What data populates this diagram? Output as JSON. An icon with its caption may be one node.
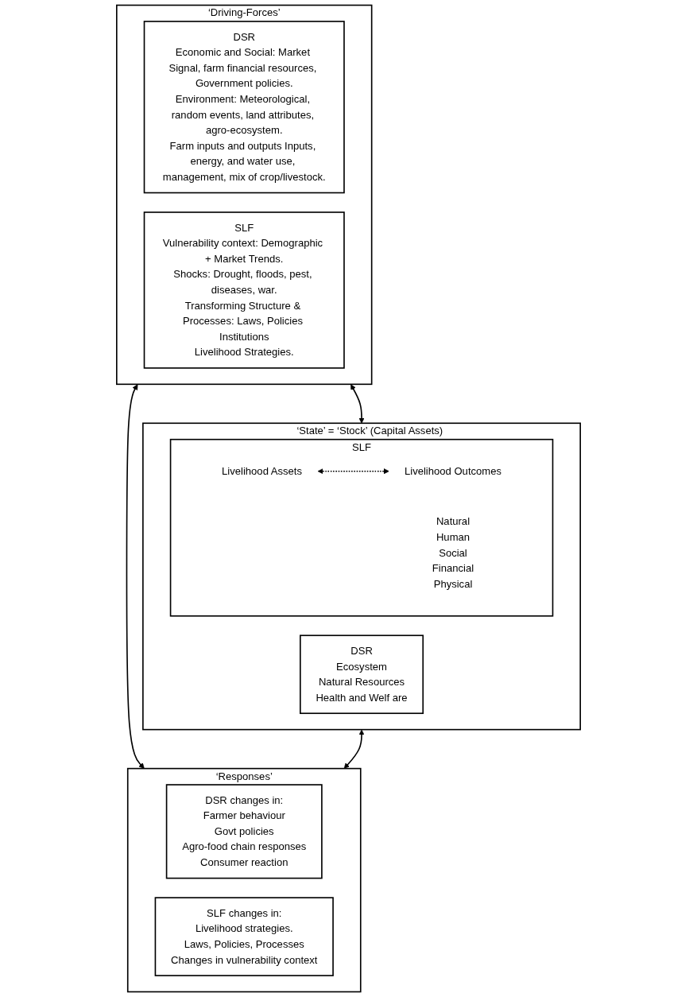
{
  "diagram": {
    "nodes": [
      {
        "text": [
          "‘Driving-Forces’"
        ]
      },
      {
        "text": [
          "DSR",
          "Economic and Social: Market Signal, farm financial resources, Government policies.",
          "Environment: Meteorological, random events, land attributes, agro-ecosystem.",
          "Farm inputs and outputs Inputs, energy, and water use, management, mix of crop/livestock."
        ],
        "in": 0
      },
      {
        "text": [
          "SLF",
          "Vulnerability context: Demographic + Market Trends.",
          "Shocks: Drought, floods, pest, diseases, war.",
          "Transforming Structure & Processes: Laws, Policies Institutions",
          "Livelihood Strategies."
        ],
        "in": 0
      },
      {
        "text": [
          "‘State’ = ‘Stock’ (Capital Assets)"
        ]
      },
      {
        "text": [
          "DSR",
          "Ecosystem",
          "Natural Resources",
          "Health and Welf are"
        ],
        "in": 3
      },
      {
        "text": [
          "SLF"
        ],
        "in": 3
      },
      {
        "text": [
          "Livelihood Assets"
        ],
        "in": 5
      },
      {
        "text": [
          "Natural",
          "Human",
          "Social",
          "Financial",
          "Physical"
        ],
        "in": 5
      },
      {
        "text": [
          "Livelihood Outcomes"
        ],
        "in": 5
      },
      {
        "text": [
          "‘Responses’"
        ]
      },
      {
        "text": [
          "DSR changes in:",
          "Farmer behaviour",
          "Govt policies",
          "Agro-food chain responses",
          "Consumer reaction"
        ],
        "in": 9
      },
      {
        "text": [
          "SLF changes in:",
          "Livelihood strategies.",
          "Laws, Policies, Processes",
          "Changes in vulnerability context"
        ],
        "in": 9
      }
    ],
    "edges": [
      {
        "from": 0,
        "to": 3,
        "arrow": "both"
      },
      {
        "from": 0,
        "to": 9,
        "arrow": "both"
      },
      {
        "from": 3,
        "to": 9,
        "arrow": "both"
      },
      {
        "from": 6,
        "to": 8,
        "arrow": "both",
        "style": "dashed"
      }
    ]
  }
}
